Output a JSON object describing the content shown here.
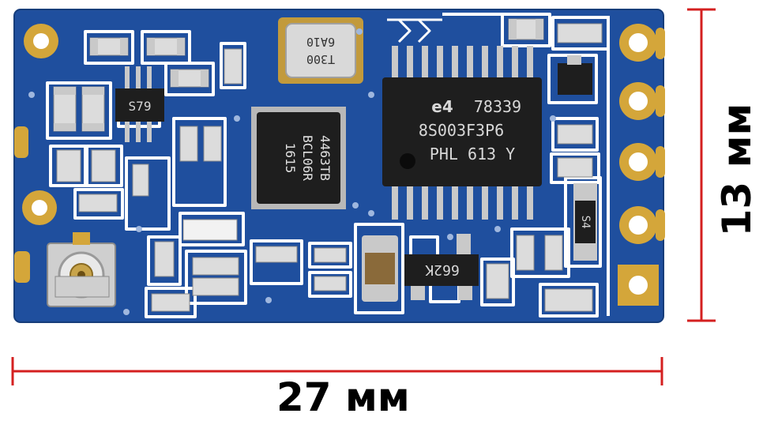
{
  "dimensions": {
    "width_label": "27 мм",
    "height_label": "13 мм"
  },
  "board": {
    "pcb_color": "#1f4f9e",
    "silkscreen_color": "#ffffff",
    "gold_color": "#d4a63a",
    "chip_color": "#1e1e1e",
    "dimension_line_color": "#d42020"
  },
  "markings": {
    "transceiver_line1": "4463TB",
    "transceiver_line2": "BCL06R",
    "transceiver_line3": "1615",
    "mcu_line1": "78339",
    "mcu_line2": "8S003F3P6",
    "mcu_line3": "PHL 613 Y",
    "mcu_logo": "e4",
    "crystal_line1": "6A10",
    "crystal_line2": "T300",
    "reg_small": "S79",
    "transistor": "662K",
    "diode": "S4"
  }
}
